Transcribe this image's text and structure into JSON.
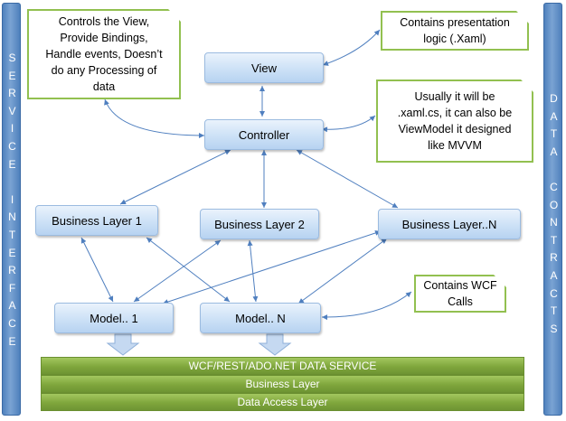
{
  "left_sidebar": {
    "letters": [
      "S",
      "E",
      "R",
      "V",
      "I",
      "C",
      "E",
      "",
      "I",
      "N",
      "T",
      "E",
      "R",
      "F",
      "A",
      "C",
      "E"
    ]
  },
  "right_sidebar": {
    "letters": [
      "D",
      "A",
      "T",
      "A",
      "",
      "C",
      "O",
      "N",
      "T",
      "R",
      "A",
      "C",
      "T",
      "S"
    ]
  },
  "nodes": {
    "view": "View",
    "controller": "Controller",
    "business_layer_1": "Business Layer 1",
    "business_layer_2": "Business Layer 2",
    "business_layer_n": "Business Layer..N",
    "model_1": "Model.. 1",
    "model_n": "Model.. N"
  },
  "notes": {
    "controller_role": [
      "Controls the View,",
      "Provide Bindings,",
      "Handle events, Doesn’t",
      "do any Processing of",
      "data"
    ],
    "view_role": [
      "Contains presentation",
      "logic (.Xaml)"
    ],
    "controller_file": [
      "Usually it will be",
      ".xaml.cs, it can also be",
      "ViewModel it designed",
      "like MVVM"
    ],
    "model_role": [
      "Contains WCF",
      "Calls"
    ]
  },
  "bottom_bars": [
    "WCF/REST/ADO.NET DATA SERVICE",
    "Business Layer",
    "Data Access Layer"
  ],
  "colors": {
    "sidebar": "#4f81bd",
    "node_fill": "#cfe3f7",
    "note_border": "#92c050",
    "bar_fill": "#7fa63c",
    "connector": "#4f7fbf"
  }
}
